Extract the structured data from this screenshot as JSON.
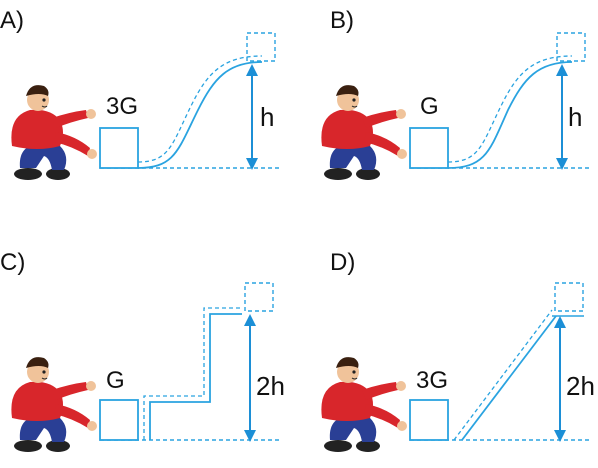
{
  "panels": [
    {
      "id": "A",
      "option_label": "A)",
      "weight_label": "3G",
      "height_label": "h",
      "path_type": "curve"
    },
    {
      "id": "B",
      "option_label": "B)",
      "weight_label": "G",
      "height_label": "h",
      "path_type": "curve"
    },
    {
      "id": "C",
      "option_label": "C)",
      "weight_label": "G",
      "height_label": "2h",
      "path_type": "steps"
    },
    {
      "id": "D",
      "option_label": "D)",
      "weight_label": "3G",
      "height_label": "2h",
      "path_type": "ramp"
    }
  ],
  "colors": {
    "line_blue": "#2aa3e0",
    "arrow_blue": "#1c8fd6",
    "shirt_red": "#d8262b",
    "pants_blue": "#2a3f95",
    "skin": "#f0c39a",
    "hair": "#3a2010",
    "shoe": "#222222"
  },
  "icons": {
    "worker": "crouching-worker-pushing-box",
    "box": "cube-box",
    "arrow": "double-headed-height-arrow"
  }
}
